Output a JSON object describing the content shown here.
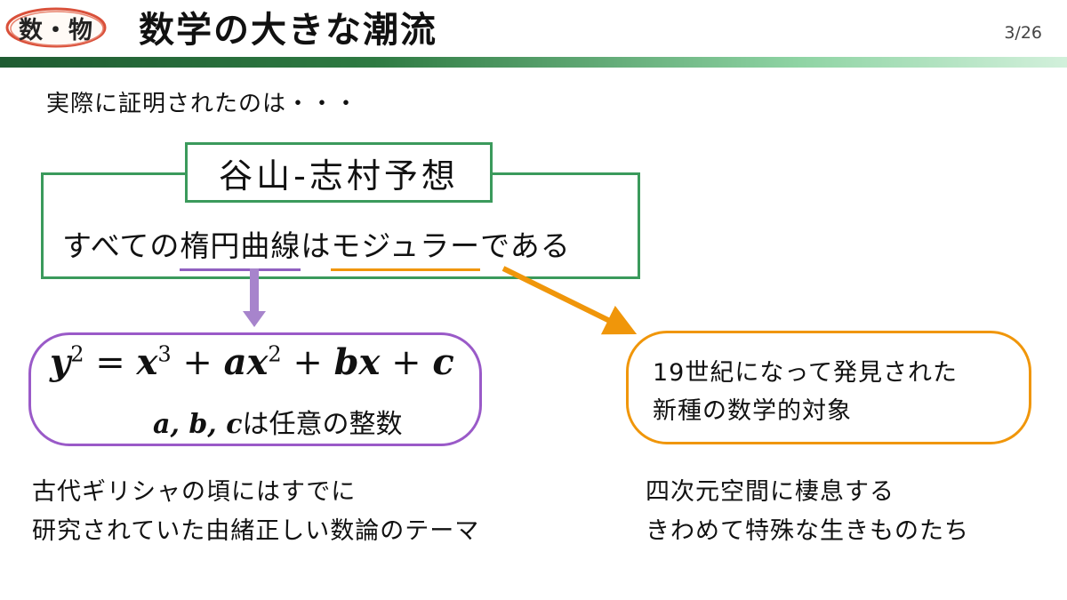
{
  "header": {
    "badge": "数・物",
    "title": "数学の大きな潮流",
    "page": "3/26",
    "accent_color": "#2e7a42"
  },
  "intro": "実際に証明されたのは・・・",
  "conjecture": {
    "title": "谷山-志村予想",
    "statement_pre": "すべての",
    "statement_elliptic": "楕円曲線",
    "statement_mid": "は",
    "statement_modular": "モジュラー",
    "statement_post": "である",
    "border_color": "#3b9a5c"
  },
  "elliptic": {
    "eq_y": "y",
    "eq_y_exp": "2",
    "eq_eq": " = ",
    "eq_x3": "x",
    "eq_x3_exp": "3",
    "eq_plus1": " + ",
    "eq_ax": "ax",
    "eq_ax_exp": "2",
    "eq_plus2": " + ",
    "eq_bx": "bx",
    "eq_plus3": " + ",
    "eq_c": "c",
    "coeff_vars": "a, b, c",
    "coeff_text": "は任意の整数",
    "caption_line1": "古代ギリシャの頃にはすでに",
    "caption_line2": "研究されていた由緒正しい数論のテーマ",
    "color": "#9a5ac8"
  },
  "modular": {
    "line1": "19世紀になって発見された",
    "line2": "新種の数学的対象",
    "caption_line1": "四次元空間に棲息する",
    "caption_line2": "きわめて特殊な生きものたち",
    "color": "#f0960a"
  }
}
